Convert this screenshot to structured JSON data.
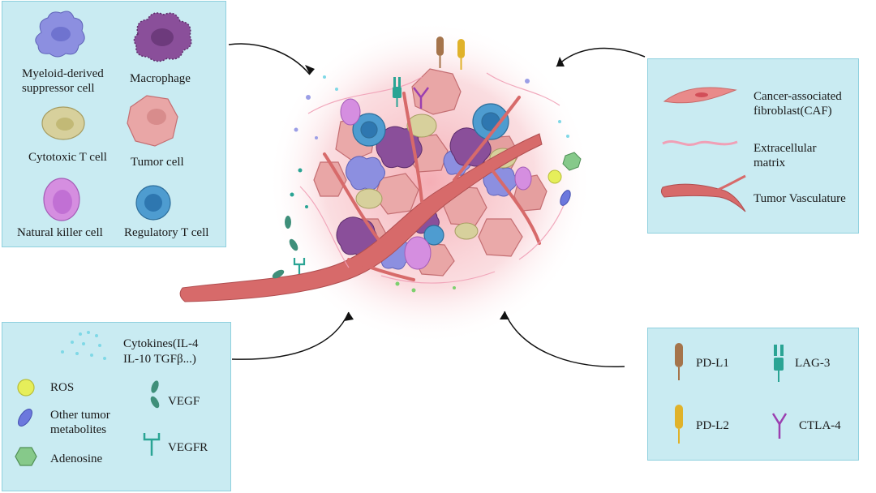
{
  "cell_legend": {
    "mdsc_line1": "Myeloid-derived",
    "mdsc_line2": "suppressor cell",
    "macrophage": "Macrophage",
    "cytotoxic_t": "Cytotoxic T cell",
    "tumor_cell": "Tumor cell",
    "nk_cell": "Natural killer cell",
    "treg": "Regulatory T cell"
  },
  "stroma_legend": {
    "caf_line1": "Cancer-associated",
    "caf_line2": "fibroblast(CAF)",
    "ecm_line1": "Extracellular",
    "ecm_line2": "matrix",
    "vasculature": "Tumor Vasculature"
  },
  "factor_legend": {
    "cytokines_line1": "Cytokines(IL-4",
    "cytokines_line2": "IL-10 TGFβ...)",
    "ros": "ROS",
    "metabolites_line1": "Other tumor",
    "metabolites_line2": "metabolites",
    "adenosine": "Adenosine",
    "vegf": "VEGF",
    "vegfr": "VEGFR"
  },
  "checkpoint_legend": {
    "pdl1": "PD-L1",
    "lag3": "LAG-3",
    "pdl2": "PD-L2",
    "ctla4": "CTLA-4"
  },
  "icons": [
    "mdsc-icon",
    "macrophage-icon",
    "cytotoxic-t-cell-icon",
    "tumor-cell-icon",
    "nk-cell-icon",
    "regulatory-t-cell-icon",
    "caf-icon",
    "ecm-icon",
    "vasculature-icon",
    "cytokine-dots-icon",
    "ros-icon",
    "metabolite-icon",
    "adenosine-icon",
    "vegf-icon",
    "vegfr-icon",
    "pdl1-icon",
    "lag3-icon",
    "pdl2-icon",
    "ctla4-icon"
  ],
  "colors": {
    "panel": "#c9ebf2",
    "panel_border": "#8fd0de",
    "tumor": "#e9a6a6",
    "vessel": "#d76a6a",
    "mdsc": "#8c8fe0",
    "macrophage": "#8a4f9a",
    "cytotoxic_t": "#d7d09c",
    "nk": "#d58ee0",
    "treg": "#4e9cd0",
    "ros": "#e6ee5a",
    "metabolite": "#6c78dd",
    "adenosine": "#86c98a",
    "vegf": "#3f8f7a",
    "pdl1": "#a5744b",
    "pdl2": "#e0b22a",
    "lag3": "#2aa494",
    "ctla4": "#9b3fb0"
  }
}
